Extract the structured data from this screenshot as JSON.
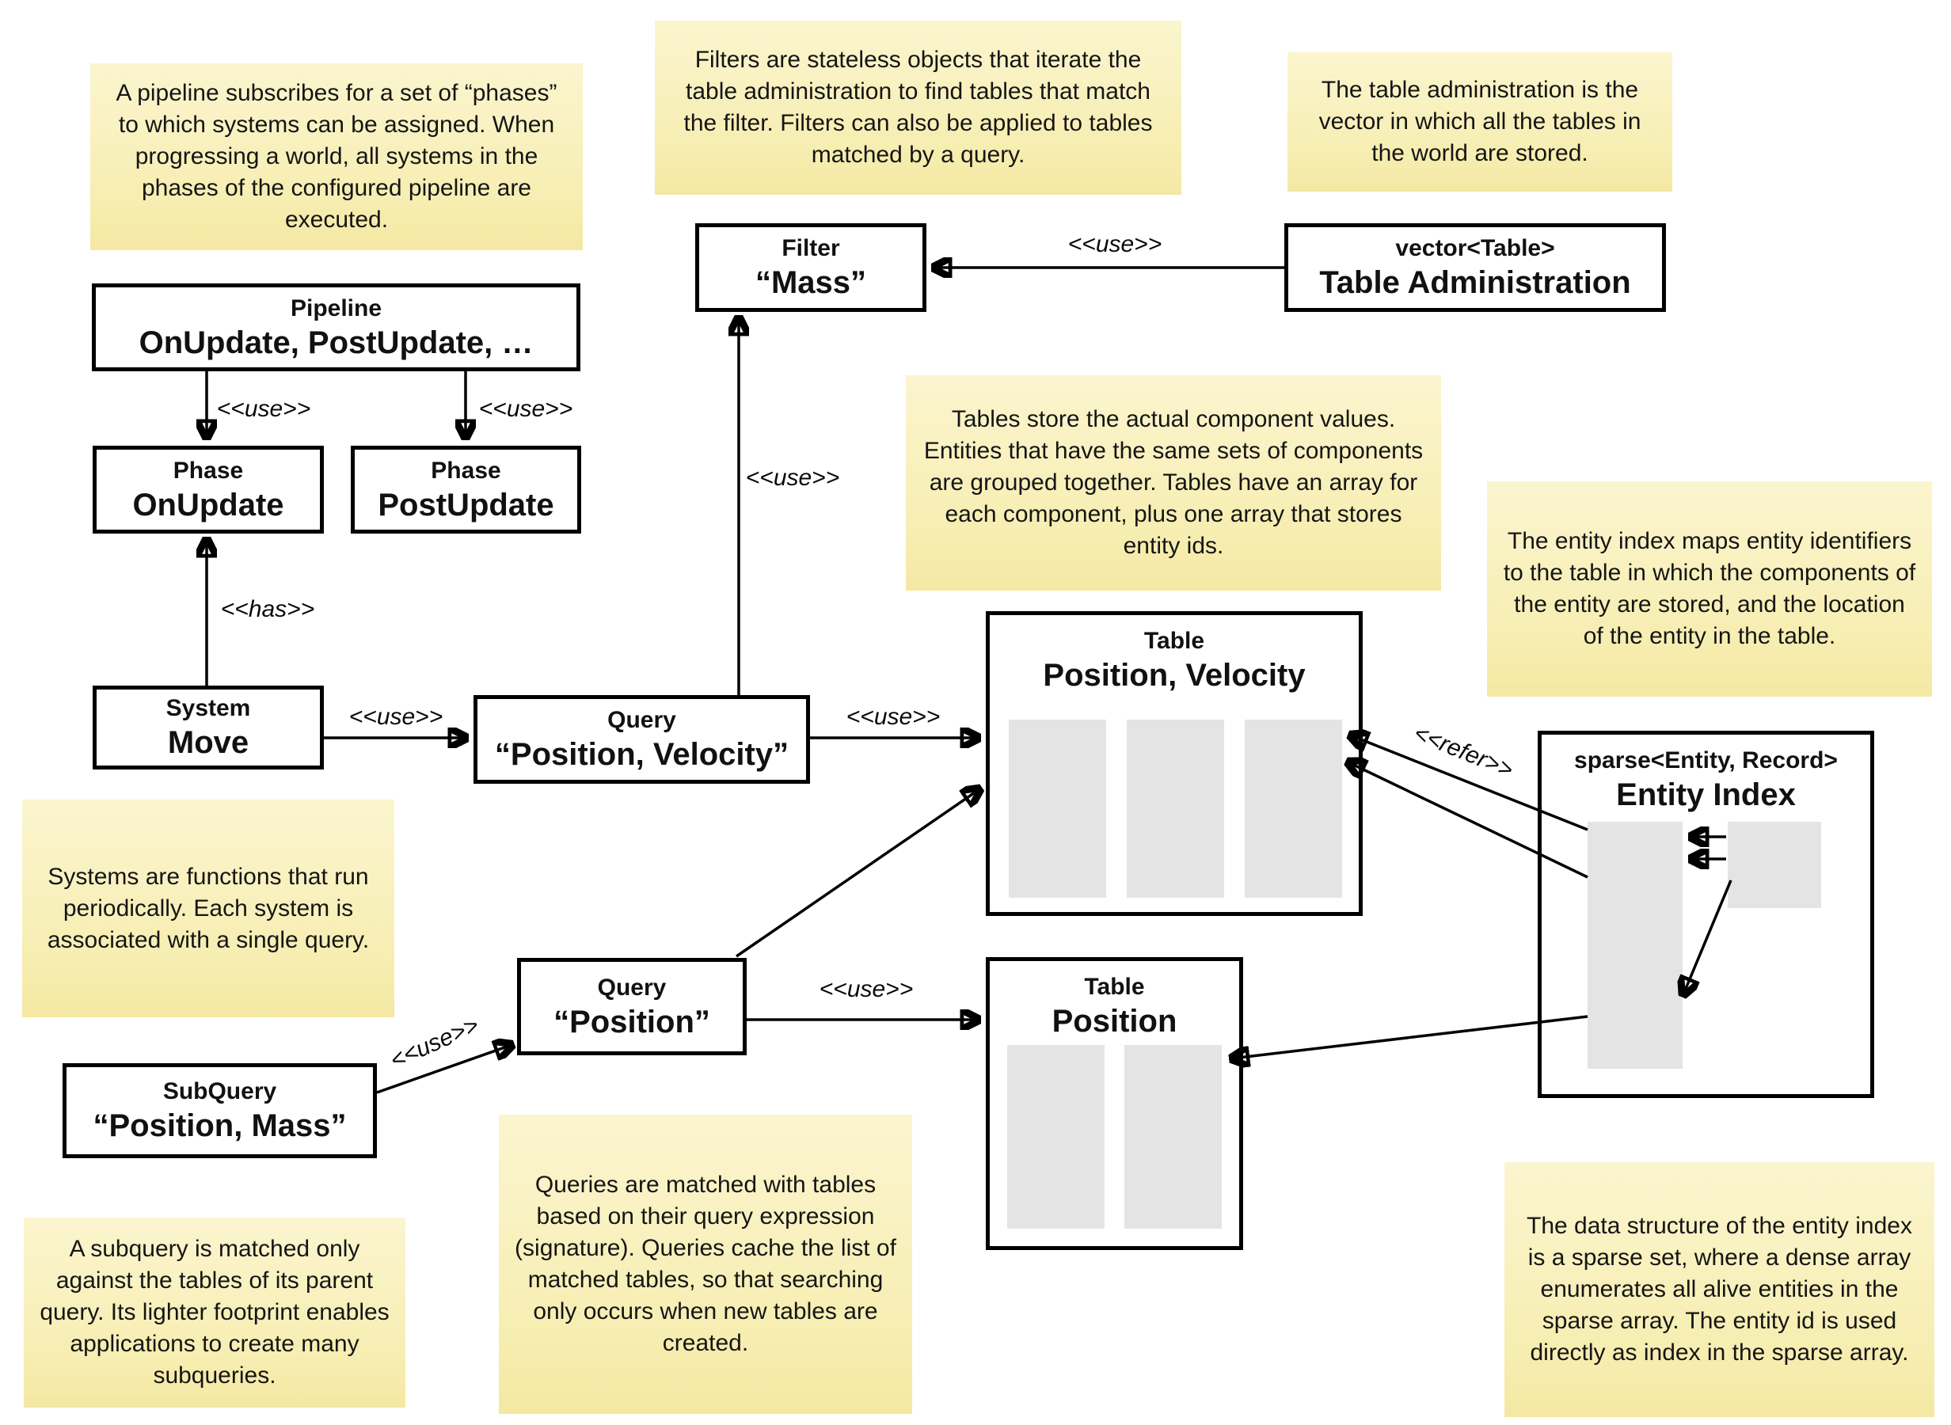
{
  "colors": {
    "background": "#ffffff",
    "note_yellow_top": "#FBF5CF",
    "note_yellow_bottom": "#F4E8A2",
    "box_border": "#000000",
    "array_gray": "#E4E4E4",
    "text": "#111111"
  },
  "edge_labels": {
    "use": "<<use>>",
    "has": "<<has>>",
    "refer": "<<refer>>"
  },
  "notes": {
    "pipeline": "A pipeline subscribes for a set of “phases” to which systems can be assigned. When progressing a world, all systems in the phases of the configured pipeline are executed.",
    "filters": "Filters are stateless objects that iterate the table administration to find tables that match the filter. Filters can also be applied to tables matched by a query.",
    "table_admin": "The table administration is the vector in which all the tables in the world are stored.",
    "tables": "Tables store the actual component values. Entities that have the same sets of components are grouped together. Tables have an array for each component, plus one array that stores entity ids.",
    "entity_index": "The entity index maps entity identifiers to the table in which the components of the entity are stored, and the location of the entity in the table.",
    "systems": "Systems are functions that run periodically. Each system is associated with a single query.",
    "queries": "Queries are matched with tables based on their query expression (signature). Queries cache the list of matched tables, so that searching only occurs when new tables are created.",
    "subquery": "A subquery is matched only against the tables of its parent query. Its lighter footprint enables applications to create many subqueries.",
    "sparse_set": "The data structure of the entity index is a sparse set, where a dense array enumerates all alive entities in the sparse array. The entity id is used directly as index in the sparse array."
  },
  "boxes": {
    "pipeline": {
      "stereotype": "Pipeline",
      "label": "OnUpdate, PostUpdate, …"
    },
    "phase_onupdate": {
      "stereotype": "Phase",
      "label": "OnUpdate"
    },
    "phase_postupdate": {
      "stereotype": "Phase",
      "label": "PostUpdate"
    },
    "system_move": {
      "stereotype": "System",
      "label": "Move"
    },
    "query_position_velocity": {
      "stereotype": "Query",
      "label": "“Position, Velocity”"
    },
    "filter_mass": {
      "stereotype": "Filter",
      "label": "“Mass”"
    },
    "table_administration": {
      "stereotype": "vector<Table>",
      "label": "Table Administration"
    },
    "table_position_velocity": {
      "stereotype": "Table",
      "label": "Position, Velocity"
    },
    "table_position": {
      "stereotype": "Table",
      "label": "Position"
    },
    "query_position": {
      "stereotype": "Query",
      "label": "“Position”"
    },
    "subquery_position_mass": {
      "stereotype": "SubQuery",
      "label": "“Position, Mass”"
    },
    "entity_index": {
      "stereotype": "sparse<Entity, Record>",
      "label": "Entity Index"
    }
  }
}
